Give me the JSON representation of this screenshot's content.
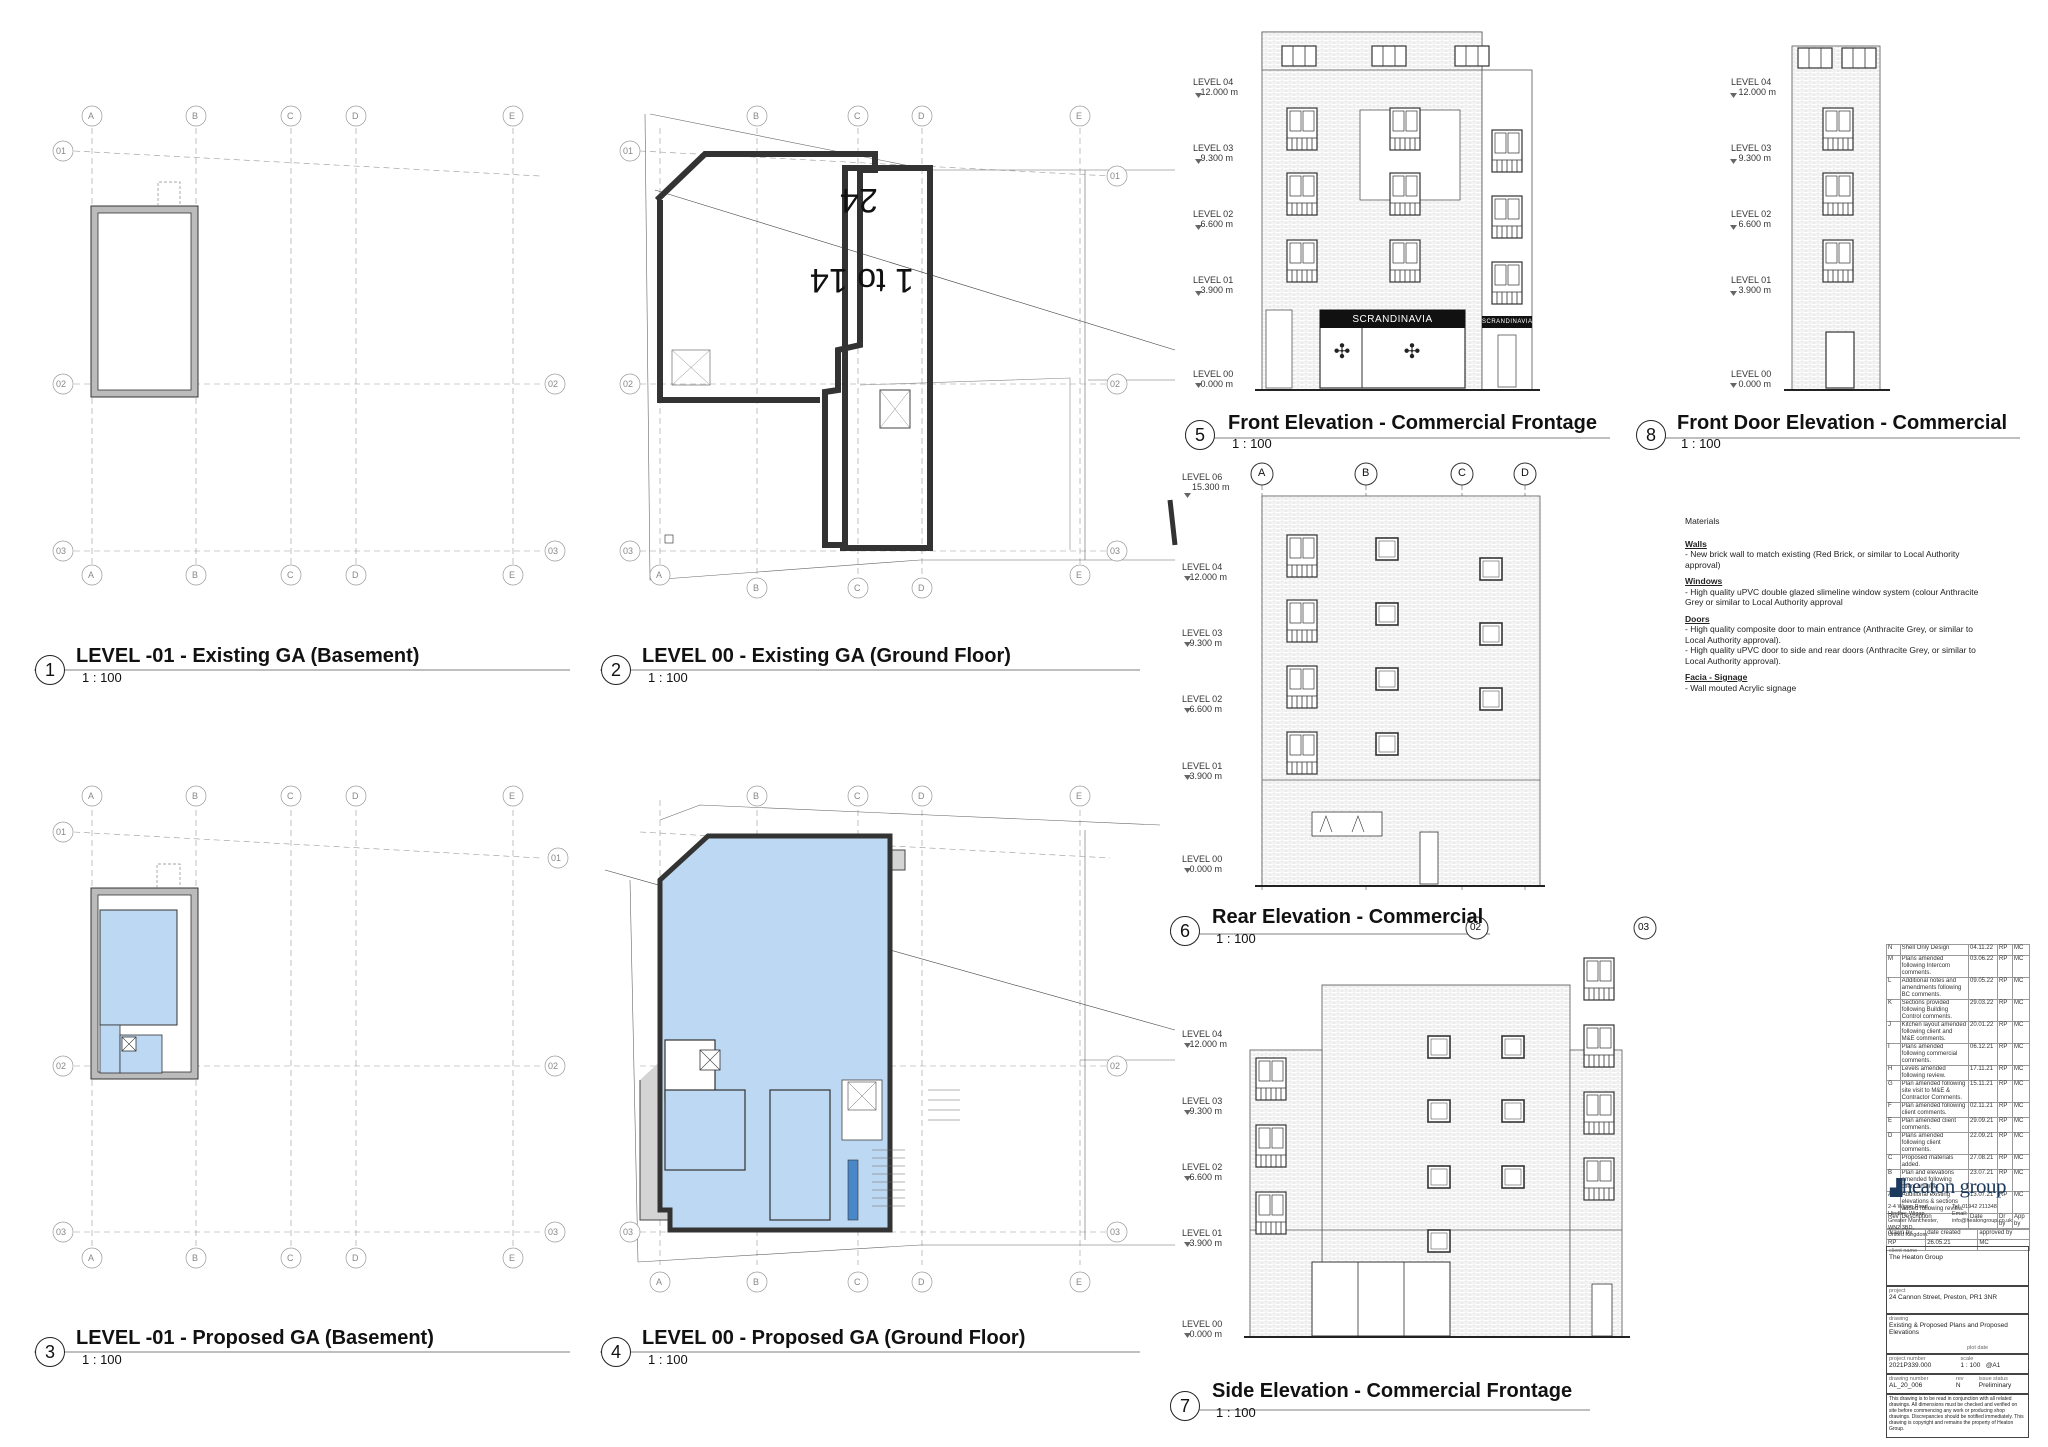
{
  "views": [
    {
      "num": "1",
      "title": "LEVEL -01 - Existing GA (Basement)",
      "scale": "1 : 100"
    },
    {
      "num": "2",
      "title": "LEVEL 00 - Existing GA (Ground Floor)",
      "scale": "1 : 100"
    },
    {
      "num": "3",
      "title": "LEVEL -01 - Proposed GA (Basement)",
      "scale": "1 : 100"
    },
    {
      "num": "4",
      "title": "LEVEL 00 - Proposed GA (Ground Floor)",
      "scale": "1 : 100"
    },
    {
      "num": "5",
      "title": "Front Elevation - Commercial Frontage",
      "scale": "1 : 100"
    },
    {
      "num": "6",
      "title": "Rear Elevation - Commercial",
      "scale": "1 : 100"
    },
    {
      "num": "7",
      "title": "Side Elevation - Commercial Frontage",
      "scale": "1 : 100"
    },
    {
      "num": "8",
      "title": "Front Door Elevation - Commercial",
      "scale": "1 : 100"
    }
  ],
  "grid_labels": {
    "cols": [
      "A",
      "B",
      "C",
      "D",
      "E"
    ],
    "rows": [
      "01",
      "02",
      "03"
    ]
  },
  "existing_ground_text": {
    "a": "24",
    "b": "1 to 14"
  },
  "front_levels": [
    {
      "name": "LEVEL 04",
      "value": "12.000 m"
    },
    {
      "name": "LEVEL 03",
      "value": "9.300 m"
    },
    {
      "name": "LEVEL 02",
      "value": "6.600 m"
    },
    {
      "name": "LEVEL 01",
      "value": "3.900 m"
    },
    {
      "name": "LEVEL 00",
      "value": "0.000 m"
    }
  ],
  "rear_levels": [
    {
      "name": "LEVEL 06",
      "value": "15.300 m"
    },
    {
      "name": "LEVEL 04",
      "value": "12.000 m"
    },
    {
      "name": "LEVEL 03",
      "value": "9.300 m"
    },
    {
      "name": "LEVEL 02",
      "value": "6.600 m"
    },
    {
      "name": "LEVEL 01",
      "value": "3.900 m"
    },
    {
      "name": "LEVEL 00",
      "value": "0.000 m"
    }
  ],
  "rear_grid": [
    "A",
    "B",
    "C",
    "D"
  ],
  "side_grid": [
    "02",
    "03"
  ],
  "signage": "SCRANDINAVIA",
  "materials": {
    "heading": "Materials",
    "sections": [
      {
        "h": "Walls",
        "t": "- New brick wall to match existing (Red Brick, or similar to Local Authority approval)"
      },
      {
        "h": "Windows",
        "t": "- High quality uPVC double glazed slimeline window system (colour Anthracite Grey or similar to Local Authority approval"
      },
      {
        "h": "Doors",
        "t": "- High quality composite door to main entrance (Anthracite Grey, or similar to Local Authority approval).\n- High quality uPVC door to side and rear doors (Anthracite Grey, or similar to Local Authority approval)."
      },
      {
        "h": "Facia - Signage",
        "t": "- Wall mouted Acrylic signage"
      }
    ]
  },
  "revisions": [
    {
      "rev": "N",
      "desc": "Shell Only Design",
      "date": "04.11.22",
      "by": "RP",
      "chk": "MC"
    },
    {
      "rev": "M",
      "desc": "Plans amended following Intercom comments.",
      "date": "03.06.22",
      "by": "RP",
      "chk": "MC"
    },
    {
      "rev": "L",
      "desc": "Additional notes and amendments following BC comments.",
      "date": "09.05.22",
      "by": "RP",
      "chk": "MC"
    },
    {
      "rev": "K",
      "desc": "Sections provided following Building Control comments.",
      "date": "29.03.22",
      "by": "RP",
      "chk": "MC"
    },
    {
      "rev": "J",
      "desc": "Kitchen layout amended following client and M&E comments.",
      "date": "20.01.22",
      "by": "RP",
      "chk": "MC"
    },
    {
      "rev": "I",
      "desc": "Plans amended following commercial comments.",
      "date": "06.12.21",
      "by": "RP",
      "chk": "MC"
    },
    {
      "rev": "H",
      "desc": "Levels amended following review.",
      "date": "17.11.21",
      "by": "RP",
      "chk": "MC"
    },
    {
      "rev": "G",
      "desc": "Plan amended following site visit to M&E & Contractor Comments.",
      "date": "15.11.21",
      "by": "RP",
      "chk": "MC"
    },
    {
      "rev": "F",
      "desc": "Plan amended following client comments.",
      "date": "02.11.21",
      "by": "RP",
      "chk": "MC"
    },
    {
      "rev": "E",
      "desc": "Plan amended client comments.",
      "date": "29.09.21",
      "by": "RP",
      "chk": "MC"
    },
    {
      "rev": "D",
      "desc": "Plans amended following client comments.",
      "date": "22.09.21",
      "by": "RP",
      "chk": "MC"
    },
    {
      "rev": "C",
      "desc": "Proposed materials added.",
      "date": "27.08.21",
      "by": "RP",
      "chk": "MC"
    },
    {
      "rev": "B",
      "desc": "Plan and elevations amended following client change.",
      "date": "23.07.21",
      "by": "RP",
      "chk": "MC"
    },
    {
      "rev": "A",
      "desc": "Additional existing elevations & sections added following review.",
      "date": "13.07.21",
      "by": "RP",
      "chk": "MC"
    }
  ],
  "rev_header": {
    "rev": "Rev",
    "desc": "Description",
    "date": "Date",
    "by": "Dr by",
    "chk": "App by"
  },
  "signoff": {
    "k1": "drawn by",
    "v1": "RP",
    "k2": "date created",
    "v2": "26.05.21",
    "k3": "approved by",
    "v3": "MC"
  },
  "company": {
    "logo": "heaton group",
    "address": "2-4 Wigan Road,\nHindley, Wigan,\nGreater Manchester,\nWN2 3BD,\nUnited Kingdom.",
    "contact": "Tel: 01942 211348\nEmail:\ninfo@heatongroup.co.uk"
  },
  "titleblock": {
    "client_k": "client name",
    "client": "The Heaton Group",
    "project_k": "project",
    "project": "24 Cannon Street, Preston, PR1 3NR",
    "drawing_k": "drawing",
    "drawing": "Existing & Proposed Plans and Proposed Elevations",
    "pn_k": "project number",
    "pn": "2021P339.000",
    "scale_k": "scale",
    "scale": "1 : 100",
    "size": "@A1",
    "dn_k": "drawing number",
    "dn": "AL_20_006",
    "rev_k": "rev",
    "rev": "N",
    "status_k": "issue status",
    "status": "Preliminary",
    "plot_k": "plot date",
    "note": "This drawing is to be read in conjunction with all related drawings. All dimensions must be checked and verified on site before commencing any work or producing shop drawings. Discrepancies should be notified immediately. This drawing is copyright and remains the property of Heaton Group."
  }
}
